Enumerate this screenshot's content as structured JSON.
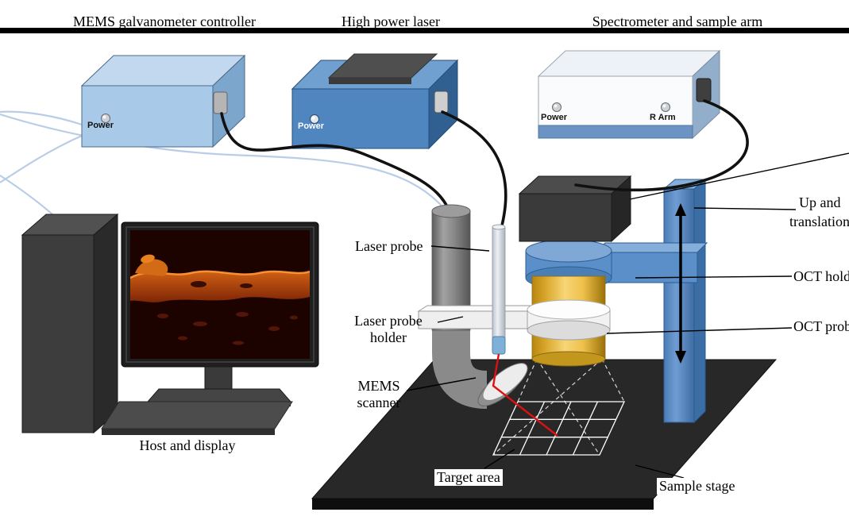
{
  "figure": {
    "devices": {
      "controller": {
        "title": "MEMS galvanometer controller",
        "power_label": "Power"
      },
      "laser": {
        "title": "High power laser",
        "power_label": "Power"
      },
      "spectrometer": {
        "title": "Spectrometer and sample arm",
        "power_label": "Power",
        "rarm_label": "R Arm"
      }
    },
    "labels": {
      "laser_probe": "Laser probe",
      "holder_line1": "Laser probe",
      "holder_line2": "holder",
      "mems_line1": "MEMS",
      "mems_line2": "scanner",
      "host_display": "Host and display",
      "target_area": "Target area",
      "sample_stage": "Sample stage",
      "up_and": "Up and",
      "translation": "translation",
      "oct_holder": "OCT holder",
      "oct_probe": "OCT probe"
    },
    "colors": {
      "controller_box": "#a9c9e9",
      "laser_box": "#4f86c0",
      "spectrometer_box": "#fafbfc",
      "column_blue": "#5b8fc9",
      "probe_yellow": "#eec04a",
      "stage_black": "#282828",
      "beam_red": "#dd1111",
      "fiber_blue": "#b9cde6",
      "wire_black": "#111111",
      "top_bar": "#000000"
    }
  }
}
